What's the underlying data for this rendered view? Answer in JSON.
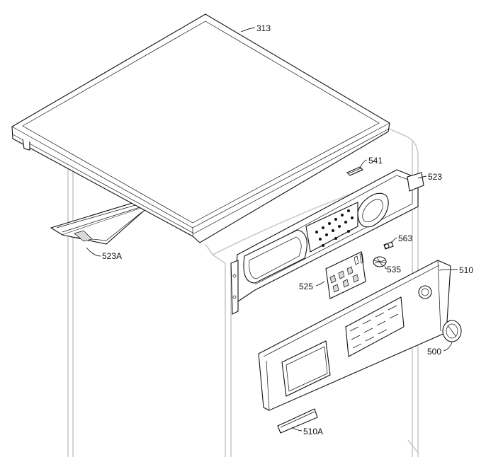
{
  "labels": {
    "l313": "313",
    "l541": "541",
    "l523": "523",
    "l563": "563",
    "l535": "535",
    "l510": "510",
    "l525": "525",
    "l500": "500",
    "l523a": "523A",
    "l510a": "510A"
  },
  "colors": {
    "line": "#111111",
    "ghost": "#c9c9c9",
    "background": "#ffffff"
  }
}
